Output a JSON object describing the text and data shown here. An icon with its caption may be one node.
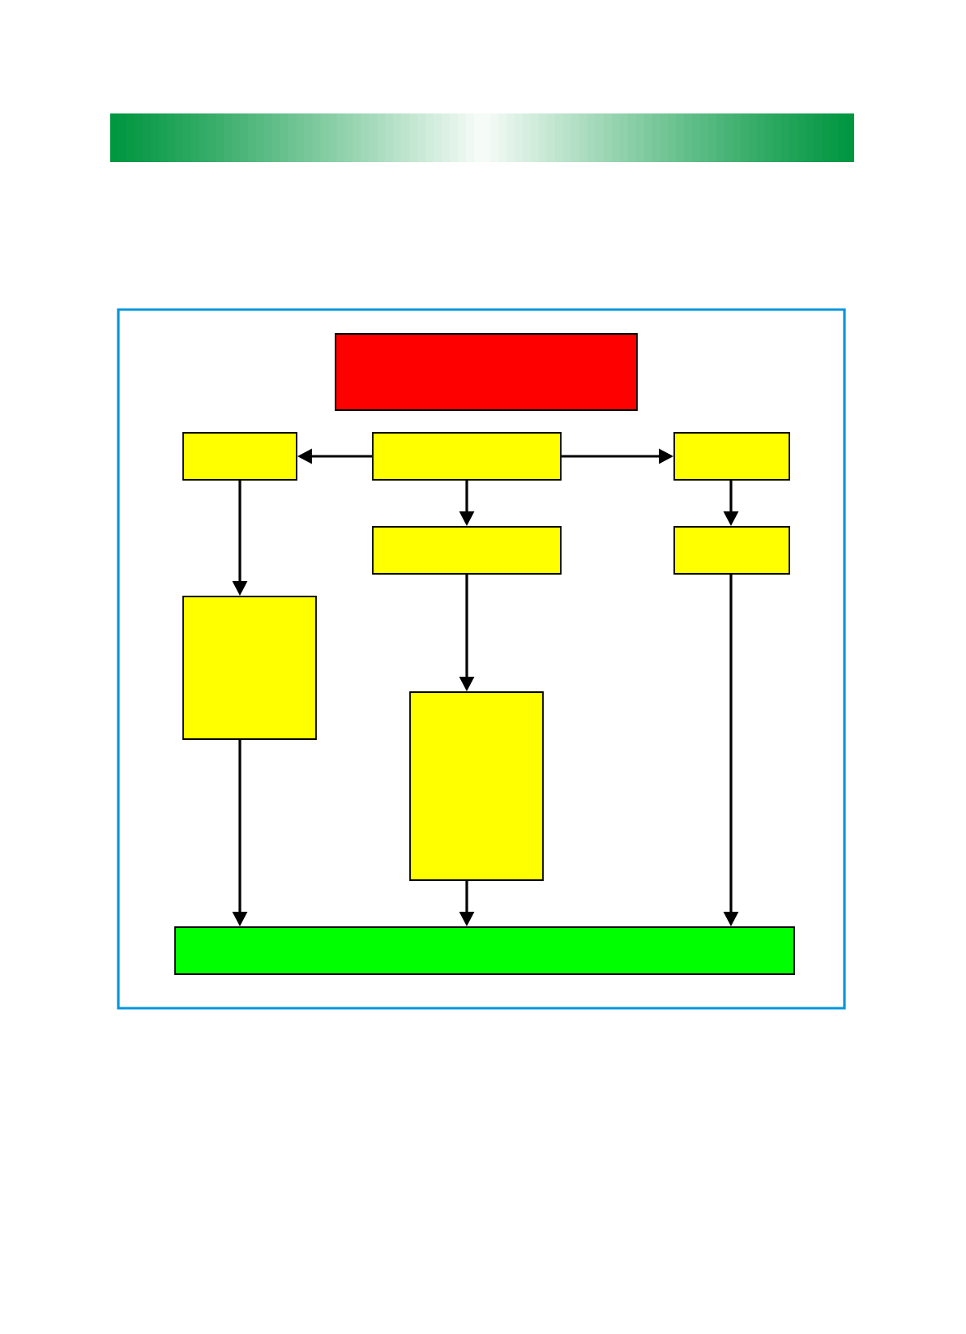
{
  "diagram": {
    "nodes": [
      {
        "text": [],
        "shape": "box"
      },
      {
        "text": [],
        "shape": "box"
      },
      {
        "text": [],
        "shape": "box"
      },
      {
        "text": [],
        "shape": "box"
      },
      {
        "text": [],
        "shape": "box"
      },
      {
        "text": [],
        "shape": "box"
      },
      {
        "text": [],
        "shape": "box"
      },
      {
        "text": [],
        "shape": "box"
      },
      {
        "text": [],
        "shape": "box"
      }
    ],
    "edges": [
      {
        "from": 2,
        "to": 1,
        "arrow": "to"
      },
      {
        "from": 2,
        "to": 3,
        "arrow": "to"
      },
      {
        "from": 1,
        "to": 6,
        "arrow": "to"
      },
      {
        "from": 2,
        "to": 4,
        "arrow": "to"
      },
      {
        "from": 3,
        "to": 5,
        "arrow": "to"
      },
      {
        "from": 4,
        "to": 7,
        "arrow": "to"
      },
      {
        "from": 6,
        "to": 8,
        "arrow": "to"
      },
      {
        "from": 7,
        "to": 8,
        "arrow": "to"
      },
      {
        "from": 5,
        "to": 8,
        "arrow": "to"
      }
    ]
  }
}
